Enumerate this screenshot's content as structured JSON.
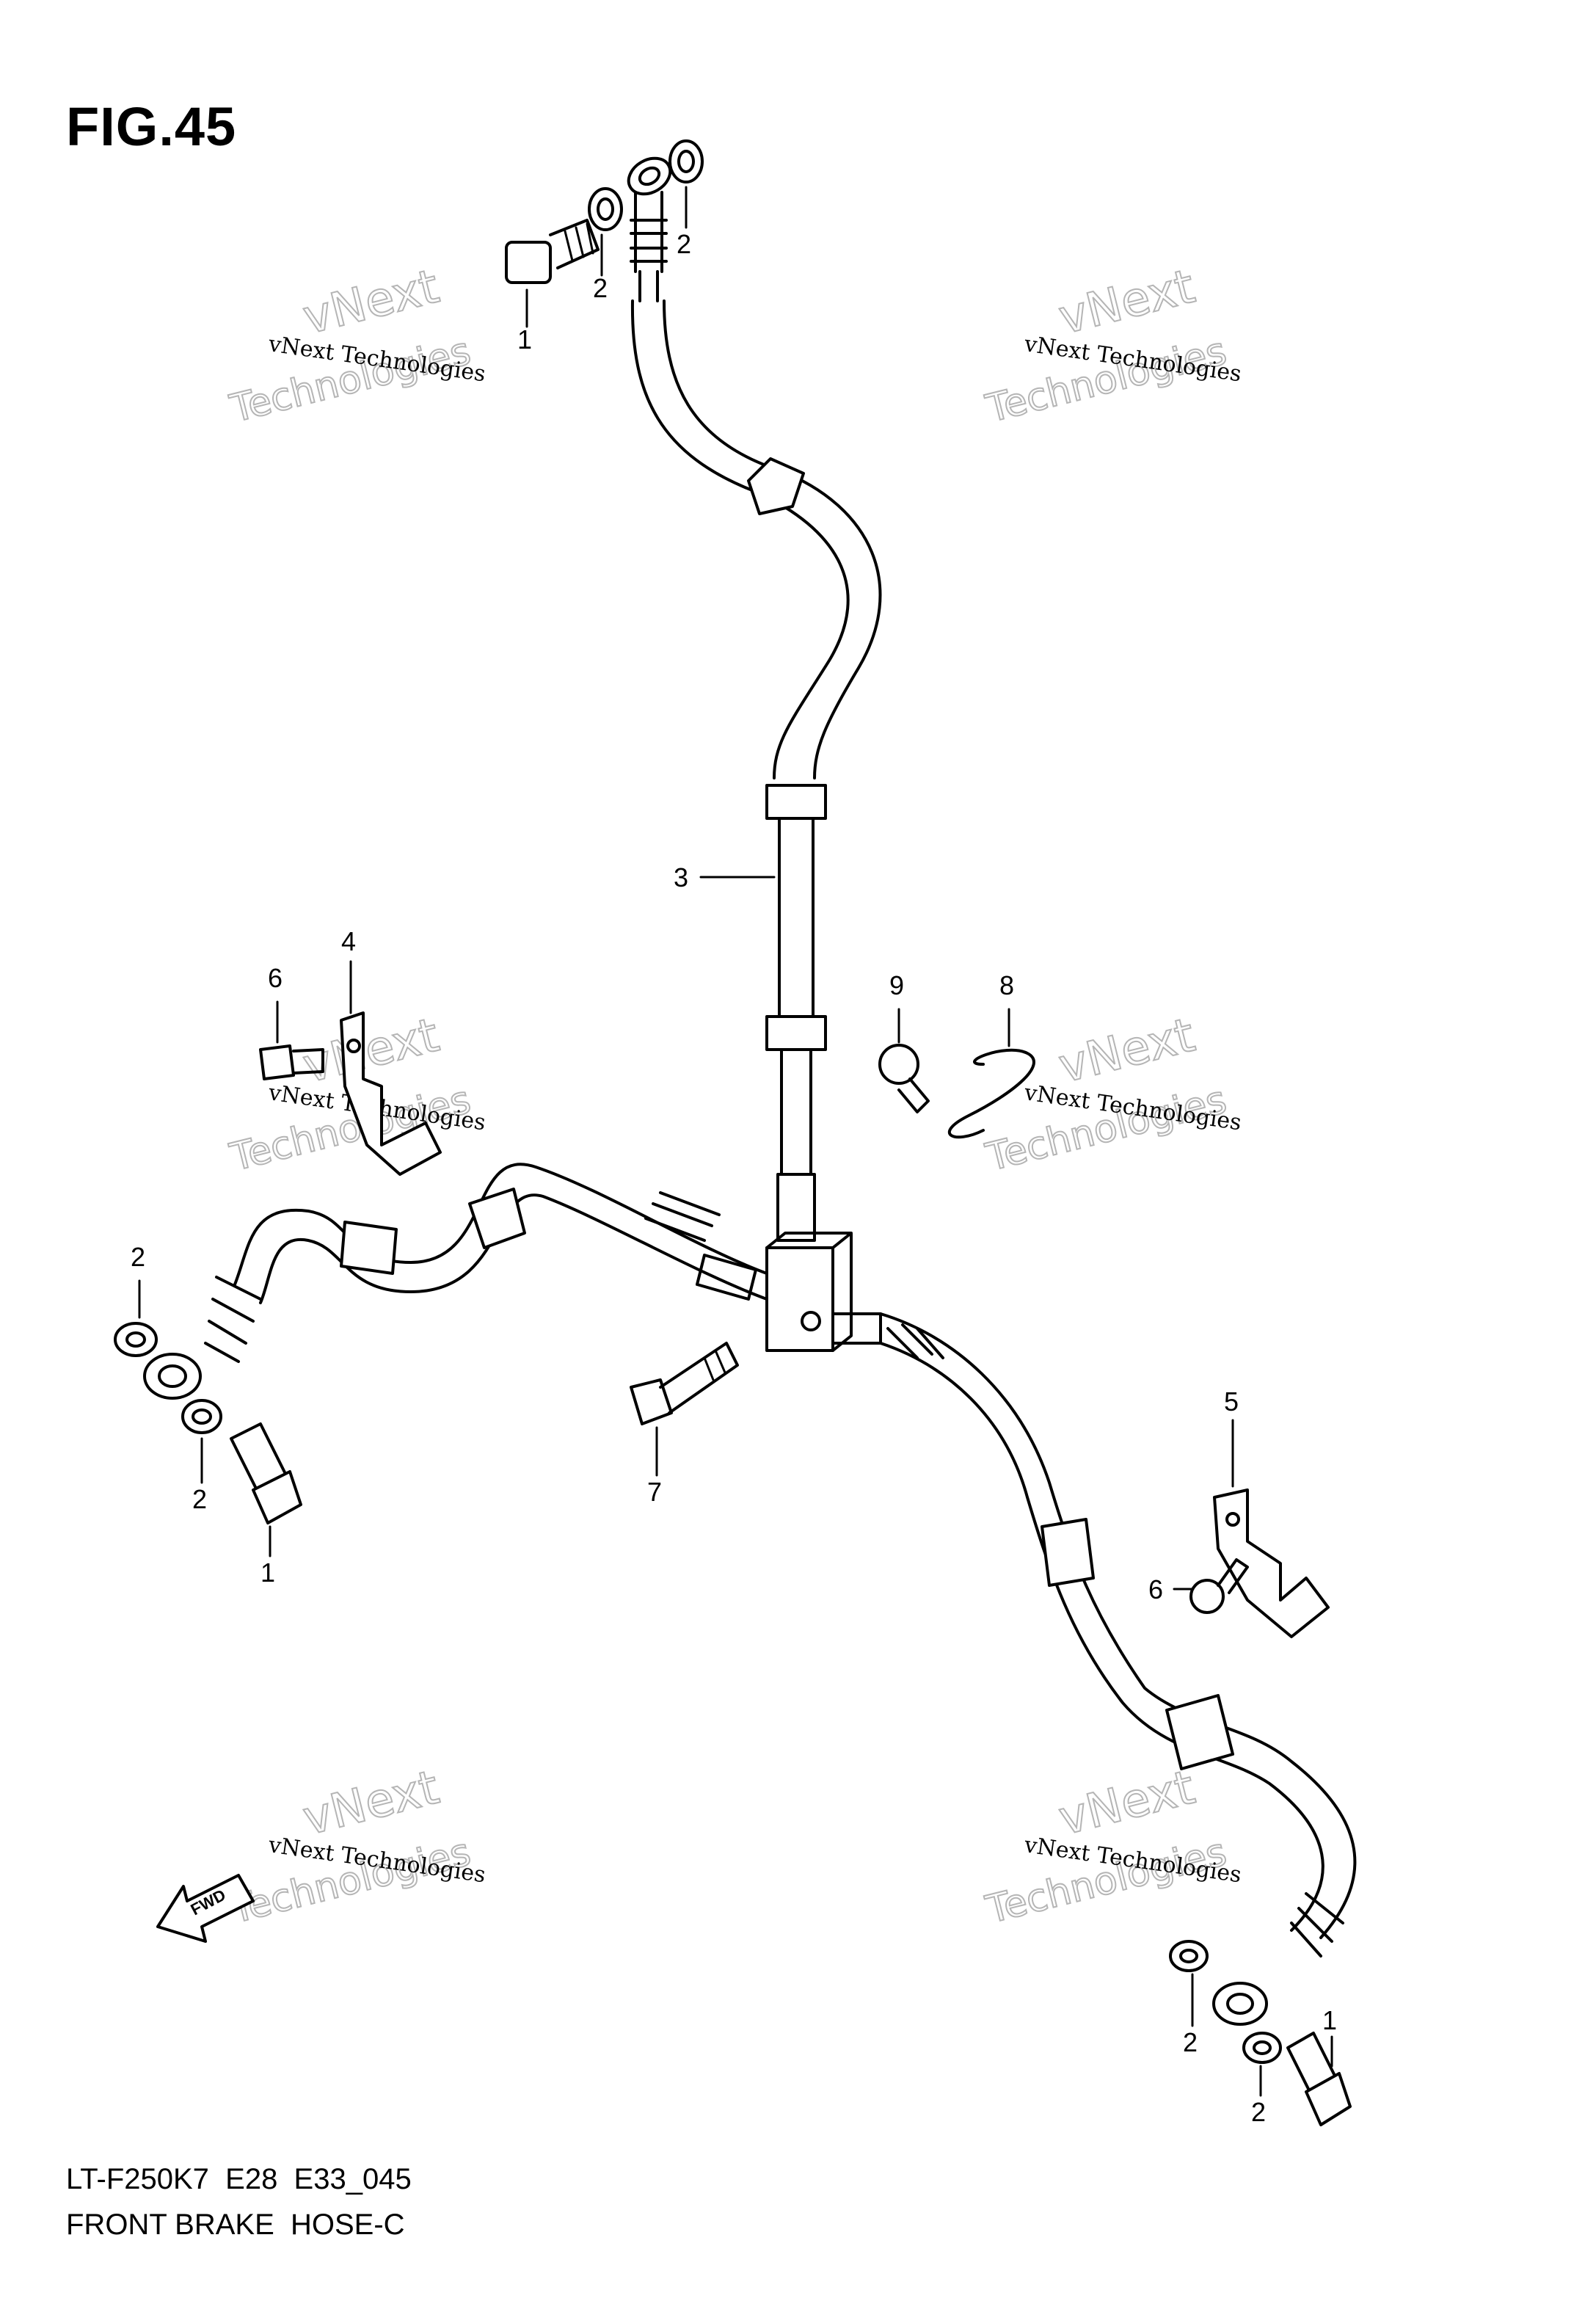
{
  "figure": {
    "title": "FIG.45"
  },
  "footer": {
    "model_code": "LT-F250K7  E28  E33_045",
    "diagram_name": "FRONT BRAKE  HOSE-C"
  },
  "watermark": {
    "line1": "vNext Technologies",
    "line2": "vNext",
    "line3": "Technologies"
  },
  "direction_arrow": {
    "label": "FWD"
  },
  "callouts": {
    "c1": "1",
    "c2": "2",
    "c3": "2",
    "c4": "3",
    "c5": "4",
    "c6": "6",
    "c7": "9",
    "c8": "8",
    "c9": "2",
    "c10": "2",
    "c11": "1",
    "c12": "7",
    "c13": "5",
    "c14": "6",
    "c15": "1",
    "c16": "2",
    "c17": "2"
  }
}
